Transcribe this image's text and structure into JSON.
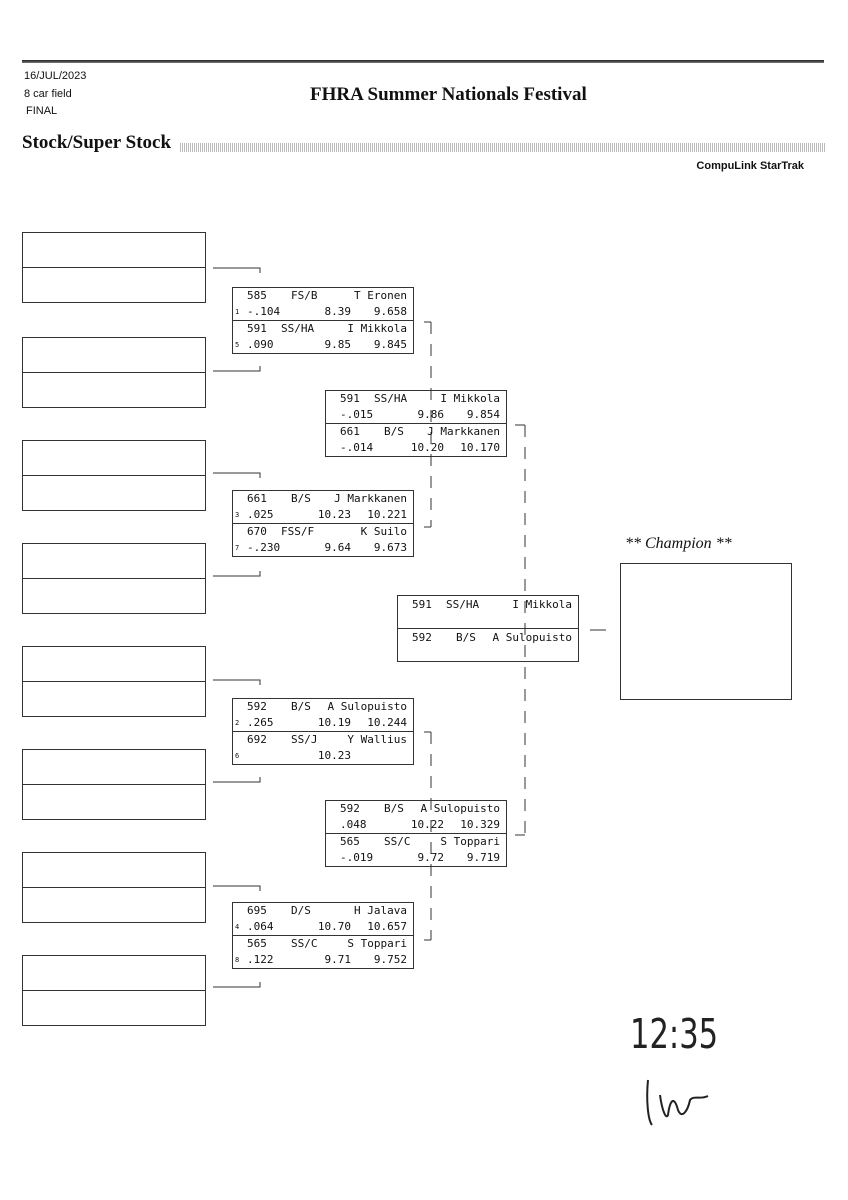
{
  "header": {
    "date": "16/JUL/2023",
    "field": "8 car field",
    "stage": "FINAL",
    "title": "FHRA Summer Nationals Festival",
    "class": "Stock/Super Stock",
    "brand": "CompuLink StarTrak"
  },
  "round1": [
    {
      "slots": [
        {
          "seed": "1",
          "number": "585",
          "class": "FS/B",
          "driver": "T Eronen",
          "rt": "-.104",
          "dial": "8.39",
          "et": "9.658"
        },
        {
          "seed": "5",
          "number": "591",
          "class": "SS/HA",
          "driver": "I Mikkola",
          "rt": ".090",
          "dial": "9.85",
          "et": "9.845"
        }
      ]
    },
    {
      "slots": [
        {
          "seed": "3",
          "number": "661",
          "class": "B/S",
          "driver": "J Markkanen",
          "rt": ".025",
          "dial": "10.23",
          "et": "10.221"
        },
        {
          "seed": "7",
          "number": "670",
          "class": "FSS/F",
          "driver": "K Suilo",
          "rt": "-.230",
          "dial": "9.64",
          "et": "9.673"
        }
      ]
    },
    {
      "slots": [
        {
          "seed": "2",
          "number": "592",
          "class": "B/S",
          "driver": "A Sulopuisto",
          "rt": ".265",
          "dial": "10.19",
          "et": "10.244"
        },
        {
          "seed": "6",
          "number": "692",
          "class": "SS/J",
          "driver": "Y Wallius",
          "rt": "",
          "dial": "10.23",
          "et": ""
        }
      ]
    },
    {
      "slots": [
        {
          "seed": "4",
          "number": "695",
          "class": "D/S",
          "driver": "H Jalava",
          "rt": ".064",
          "dial": "10.70",
          "et": "10.657"
        },
        {
          "seed": "8",
          "number": "565",
          "class": "SS/C",
          "driver": "S Toppari",
          "rt": ".122",
          "dial": "9.71",
          "et": "9.752"
        }
      ]
    }
  ],
  "round2": [
    {
      "slots": [
        {
          "number": "591",
          "class": "SS/HA",
          "driver": "I Mikkola",
          "rt": "-.015",
          "dial": "9.86",
          "et": "9.854"
        },
        {
          "number": "661",
          "class": "B/S",
          "driver": "J Markkanen",
          "rt": "-.014",
          "dial": "10.20",
          "et": "10.170"
        }
      ]
    },
    {
      "slots": [
        {
          "number": "592",
          "class": "B/S",
          "driver": "A Sulopuisto",
          "rt": ".048",
          "dial": "10.22",
          "et": "10.329"
        },
        {
          "number": "565",
          "class": "SS/C",
          "driver": "S Toppari",
          "rt": "-.019",
          "dial": "9.72",
          "et": "9.719"
        }
      ]
    }
  ],
  "final": {
    "slots": [
      {
        "number": "591",
        "class": "SS/HA",
        "driver": "I Mikkola"
      },
      {
        "number": "592",
        "class": "B/S",
        "driver": "A Sulopuisto"
      }
    ]
  },
  "champion": {
    "label": "** Champion **"
  },
  "handwriting": {
    "time": "12:35"
  }
}
